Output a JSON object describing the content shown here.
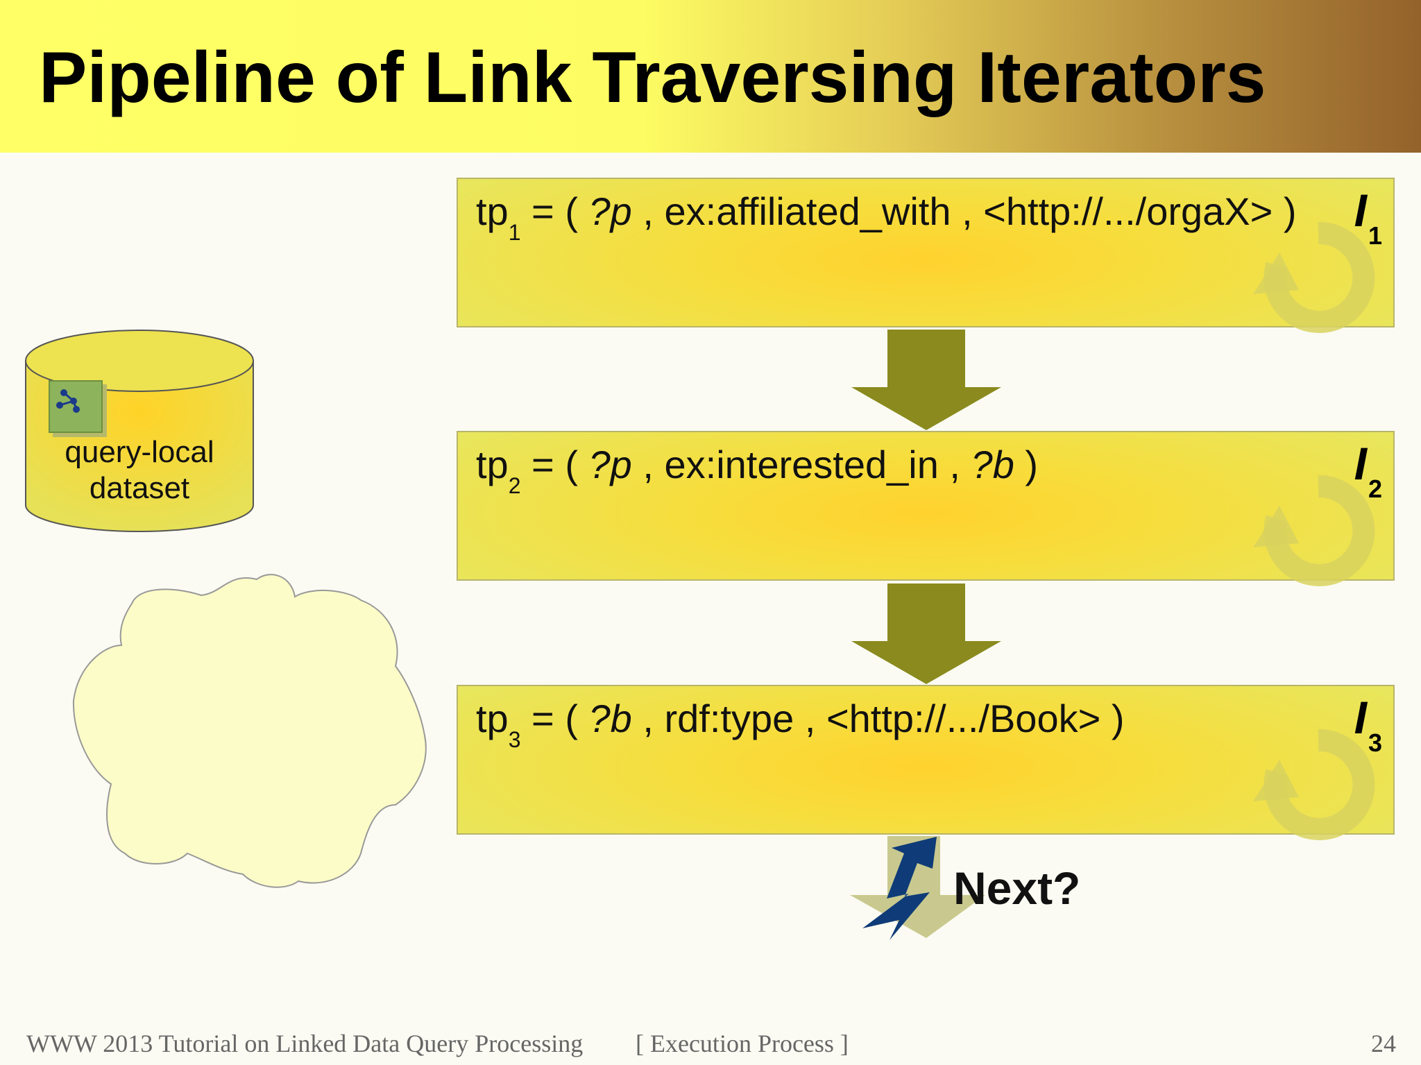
{
  "slide": {
    "title": "Pipeline of Link Traversing Iterators"
  },
  "iterators": [
    {
      "tp_prefix": "tp",
      "tp_index": "1",
      "eq": " = ( ",
      "subject": "?p",
      "rest": " , ex:affiliated_with , <http://.../orgaX> )",
      "object": "",
      "end": "",
      "label": "I",
      "label_index": "1"
    },
    {
      "tp_prefix": "tp",
      "tp_index": "2",
      "eq": " = ( ",
      "subject": "?p",
      "rest": " , ex:interested_in , ",
      "object": "?b",
      "end": " )",
      "label": "I",
      "label_index": "2"
    },
    {
      "tp_prefix": "tp",
      "tp_index": "3",
      "eq": " = ( ",
      "subject": "?b",
      "rest": " , rdf:type , <http://.../Book> )",
      "object": "",
      "end": "",
      "label": "I",
      "label_index": "3"
    }
  ],
  "next_call": {
    "label": "Next?"
  },
  "dataset": {
    "line1": "query-local",
    "line2": "dataset"
  },
  "footer": {
    "left": "WWW 2013 Tutorial on Linked Data Query Processing",
    "center": "[ Execution Process ]",
    "page": "24"
  },
  "colors": {
    "arrow": "#8a8a1e",
    "arrow_faded": "#c9c98f",
    "lightning": "#0f3c78",
    "cloud_fill": "#fcfcc8",
    "db_fill": "#eedf52"
  },
  "icons": [
    "loop-arrow-icon",
    "rdf-graph-icon",
    "lightning-icon"
  ]
}
